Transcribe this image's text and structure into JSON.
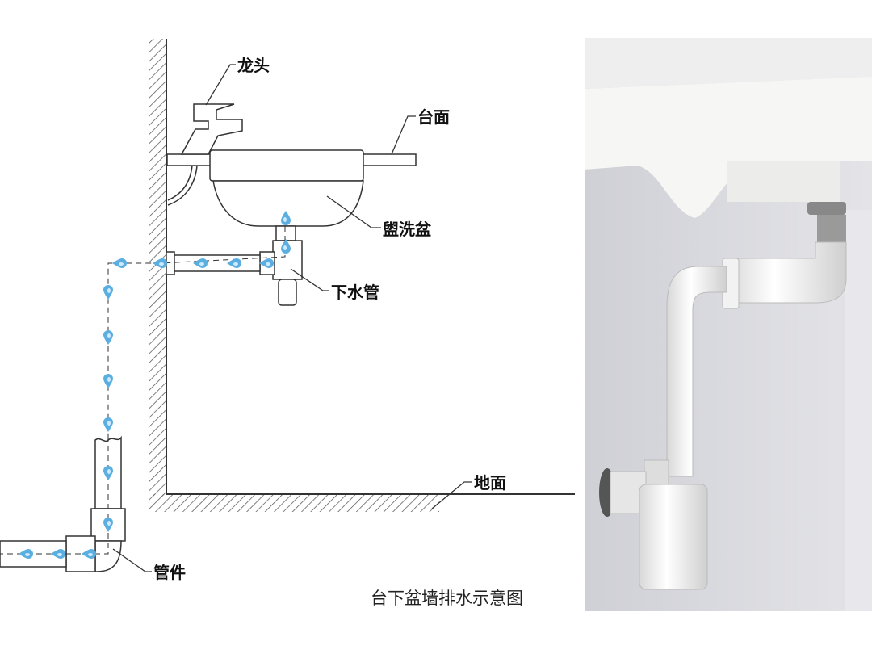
{
  "diagram": {
    "labels": {
      "faucet": "龙头",
      "countertop": "台面",
      "basin": "盥洗盆",
      "drain_pipe": "下水管",
      "floor": "地面",
      "fitting": "管件"
    },
    "caption": "台下盆墙排水示意图"
  },
  "colors": {
    "water": "#5aaee0",
    "line": "#333333",
    "wall_photo": "#d9d9dc"
  }
}
